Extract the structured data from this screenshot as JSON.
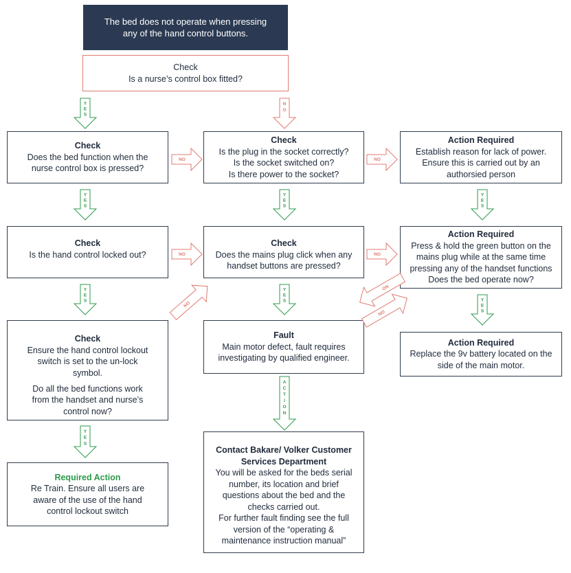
{
  "boxes": {
    "start": {
      "lines": [
        "The bed does not operate when pressing",
        "any of the hand control buttons."
      ]
    },
    "check_nurse_box": {
      "title": "Check",
      "lines": [
        "Is a nurse’s control box fitted?"
      ]
    },
    "check_bed_function": {
      "title": "Check",
      "lines": [
        "Does the bed function when the",
        "nurse control box is pressed?"
      ]
    },
    "check_plug": {
      "title": "Check",
      "lines": [
        "Is the plug in the socket correctly?",
        "Is the socket switched on?",
        "Is there power to the socket?"
      ]
    },
    "action_power": {
      "title": "Action Required",
      "lines": [
        "Establish reason for lack of power.",
        "Ensure this is carried out by an",
        "authorsied person"
      ]
    },
    "check_locked": {
      "title": "Check",
      "lines": [
        "Is the hand control locked out?"
      ]
    },
    "check_mains_click": {
      "title": "Check",
      "lines": [
        "Does the mains plug click when any",
        "handset buttons are pressed?"
      ]
    },
    "action_green_button": {
      "title": "Action Required",
      "lines": [
        "Press & hold the green button on the",
        "mains plug while at the same time",
        "pressing any of the handset functions",
        "Does the bed operate now?"
      ]
    },
    "check_lockout_switch": {
      "title": "Check",
      "lines": [
        "Ensure the hand control lockout",
        "switch is set to the un-lock",
        "symbol."
      ],
      "lines2": [
        "Do all the bed functions work",
        "from the handset and nurse’s",
        "control now?"
      ]
    },
    "fault": {
      "title": "Fault",
      "lines": [
        "Main motor defect, fault requires",
        "investigating by qualified engineer."
      ]
    },
    "action_battery": {
      "title": "Action Required",
      "lines": [
        "Replace the 9v battery located on the",
        "side of the main motor."
      ]
    },
    "retrain": {
      "title": "Required Action",
      "lines": [
        "Re Train. Ensure all users are",
        "aware of the use of the hand",
        "control lockout switch"
      ]
    },
    "contact": {
      "title": "Contact Bakare/ Volker Customer",
      "title2": "Services Department",
      "lines": [
        "You will be asked for the beds serial",
        "number, its location and brief",
        "questions about the bed and the",
        "checks carried out.",
        "For further fault finding see the full",
        "version of the “operating &",
        "maintenance instruction manual”"
      ]
    }
  },
  "arrow_labels": {
    "yes": "YES",
    "no": "NO",
    "action": "ACTION"
  },
  "colors": {
    "yes": "#2e9a4c",
    "no": "#e07a70",
    "dark": "#2b3a52",
    "border": "#2f3b4c"
  }
}
